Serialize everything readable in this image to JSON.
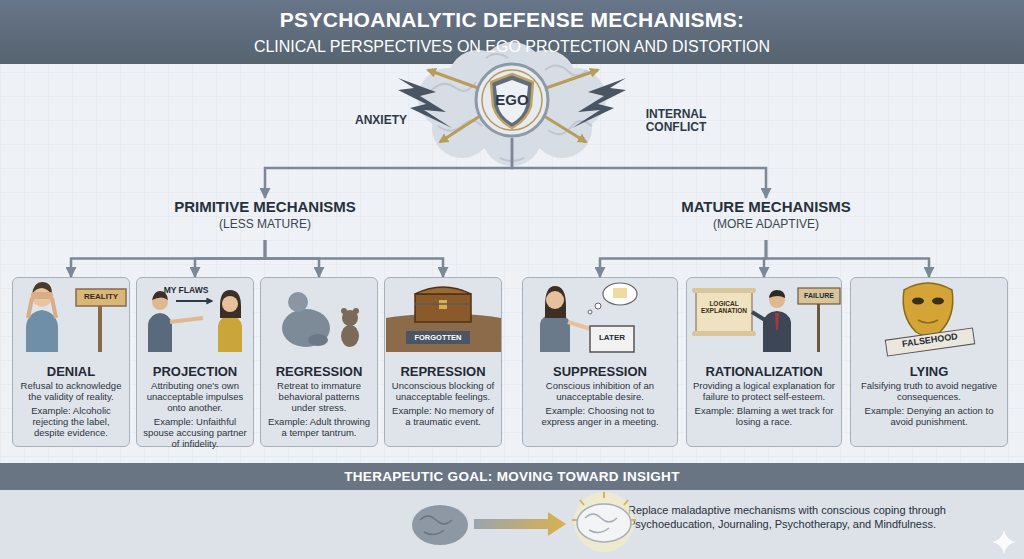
{
  "diagram": {
    "title": "PSYCHOANALYTIC DEFENSE MECHANISMS:",
    "nodes": [
      {
        "text": [
          "EGO"
        ]
      },
      {
        "text": [
          "PRIMITIVE MECHANISMS",
          "(LESS MATURE)"
        ]
      },
      {
        "text": [
          "MATURE MECHANISMS",
          "(MORE ADAPTIVE)"
        ]
      },
      {
        "text": [
          "DENIAL",
          "Refusal to acknowledge the validity of reality.",
          "Example: Alcoholic rejecting the label, despite evidence."
        ]
      },
      {
        "text": [
          "PROJECTION",
          "Attributing one's own unacceptable impulses onto another.",
          "Example: Unfaithful spouse accusing partner of infidelity."
        ]
      },
      {
        "text": [
          "REGRESSION",
          "Retreat to immature behavioral patterns under stress.",
          "Example: Adult throwing a temper tantrum."
        ]
      },
      {
        "text": [
          "REPRESSION",
          "Unconscious blocking of unacceptable feelings.",
          "Example: No memory of a traumatic event."
        ]
      },
      {
        "text": [
          "SUPPRESSION",
          "Conscious inhibition of an unacceptable desire.",
          "Example: Choosing not to express anger in a meeting."
        ]
      },
      {
        "text": [
          "RATIONALIZATION",
          "Providing a logical explanation for failure to protect self-esteem.",
          "Example: Blaming a wet track for losing a race."
        ]
      },
      {
        "text": [
          "LYING",
          "Falsifying truth to avoid negative consequences.",
          "Example: Denying an action to avoid punishment."
        ]
      },
      {
        "text": [
          "THERAPEUTIC GOAL: MOVING TOWARD INSIGHT"
        ]
      },
      {
        "text": [
          "Replace maladaptive mechanisms with conscious coping through Psychoeducation, Journaling, Psychotherapy, and Mindfulness."
        ]
      }
    ],
    "edges": [
      {
        "from": 0,
        "to": 1,
        "arrow": "to"
      },
      {
        "from": 0,
        "to": 2,
        "arrow": "to"
      },
      {
        "from": 1,
        "to": 3,
        "arrow": "to"
      },
      {
        "from": 1,
        "to": 4,
        "arrow": "to"
      },
      {
        "from": 1,
        "to": 5,
        "arrow": "to"
      },
      {
        "from": 1,
        "to": 6,
        "arrow": "to"
      },
      {
        "from": 2,
        "to": 7,
        "arrow": "to"
      },
      {
        "from": 2,
        "to": 8,
        "arrow": "to"
      },
      {
        "from": 2,
        "to": 9,
        "arrow": "to"
      }
    ],
    "labels": [
      "CLINICAL PERSPECTIVES ON EGO PROTECTION AND DISTORTION",
      "ANXIETY",
      "INTERNAL CONFLICT",
      "REALITY",
      "MY FLAWS",
      "FORGOTTEN",
      "LATER",
      "LOGICAL EXPLANATION",
      "FAILURE",
      "FALSEHOOD"
    ]
  }
}
